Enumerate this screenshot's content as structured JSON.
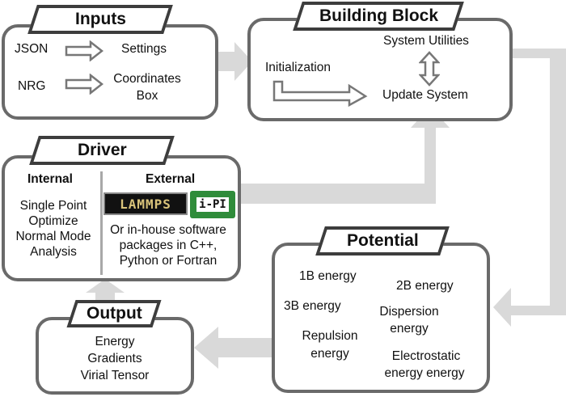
{
  "inputs": {
    "title": "Inputs",
    "json_label": "JSON",
    "settings_label": "Settings",
    "nrg_label": "NRG",
    "coordinates_box_label": [
      "Coordinates",
      "Box"
    ]
  },
  "building_block": {
    "title": "Building Block",
    "system_utilities_label": "System Utilities",
    "initialization_label": "Initialization",
    "update_system_label": "Update System"
  },
  "driver": {
    "title": "Driver",
    "internal_heading": "Internal",
    "internal_items": [
      "Single Point",
      "Optimize",
      "Normal Mode",
      "Analysis"
    ],
    "external_heading": "External",
    "lammps_logo_text": "LAMMPS",
    "ipi_logo_text": "i-PI",
    "external_note": [
      "Or in-house software",
      "packages in C++,",
      "Python or Fortran"
    ]
  },
  "potential": {
    "title": "Potential",
    "energy_1b": "1B energy",
    "energy_2b": "2B energy",
    "energy_3b": "3B energy",
    "dispersion_energy": [
      "Dispersion",
      "energy"
    ],
    "repulsion_energy": [
      "Repulsion",
      "energy"
    ],
    "electrostatic_energy": [
      "Electrostatic",
      "energy energy"
    ]
  },
  "output": {
    "title": "Output",
    "items": [
      "Energy",
      "Gradients",
      "Virial Tensor"
    ]
  },
  "colors": {
    "flow_arrow": "#d9d9d9",
    "box_border": "#6a6a6a",
    "hollow_arrow_stroke": "#777777"
  }
}
